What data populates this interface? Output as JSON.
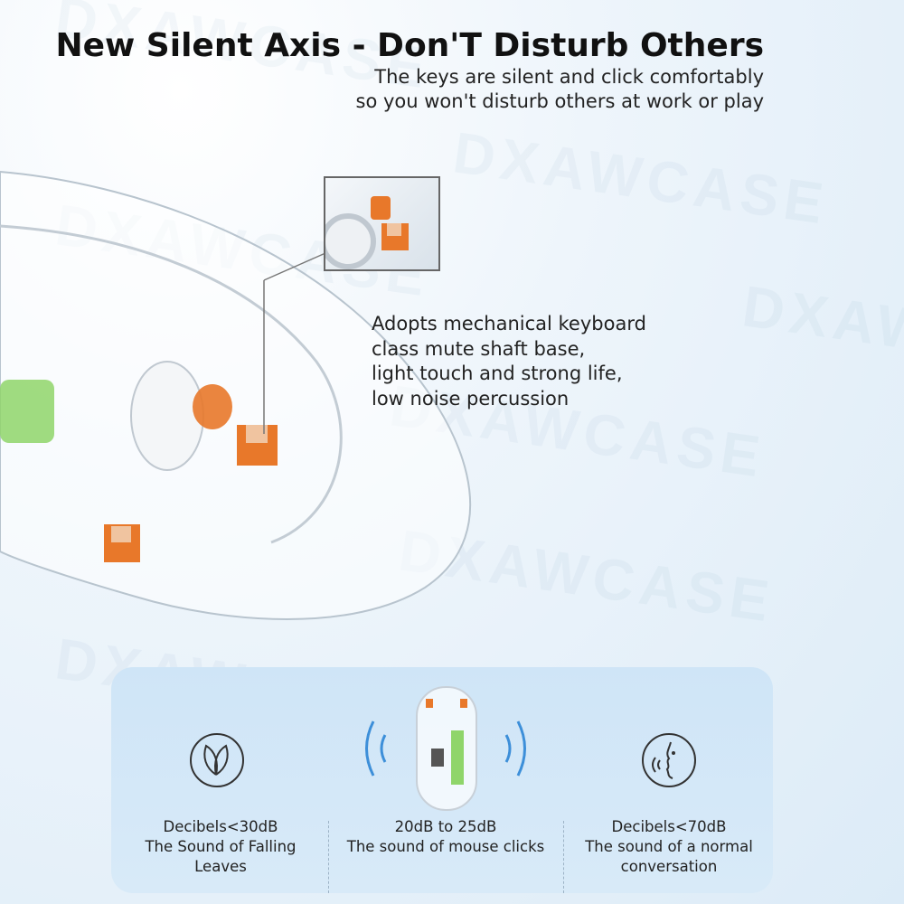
{
  "watermark": "DXAWCASE",
  "header": {
    "title": "New Silent Axis - Don'T Disturb Others",
    "subtitle_lines": [
      "The keys are silent and click comfortably",
      "so you won't disturb others at work or play"
    ]
  },
  "callout": {
    "lines": [
      "Adopts mechanical keyboard",
      "class mute shaft base,",
      "light touch and strong life,",
      "low noise percussion"
    ]
  },
  "comparison": [
    {
      "icon": "leaf-icon",
      "lines": [
        "Decibels<30dB",
        "The Sound of Falling",
        "Leaves"
      ]
    },
    {
      "icon": "mouse-sound-waves-icon",
      "lines": [
        "20dB to 25dB",
        "The sound of mouse clicks"
      ]
    },
    {
      "icon": "speaking-face-icon",
      "lines": [
        "Decibels<70dB",
        "The sound of a normal",
        "conversation"
      ]
    }
  ],
  "colors": {
    "switch_orange": "#e8782a",
    "battery_green": "#8fd56a",
    "wave_blue": "#3d8fd9"
  }
}
